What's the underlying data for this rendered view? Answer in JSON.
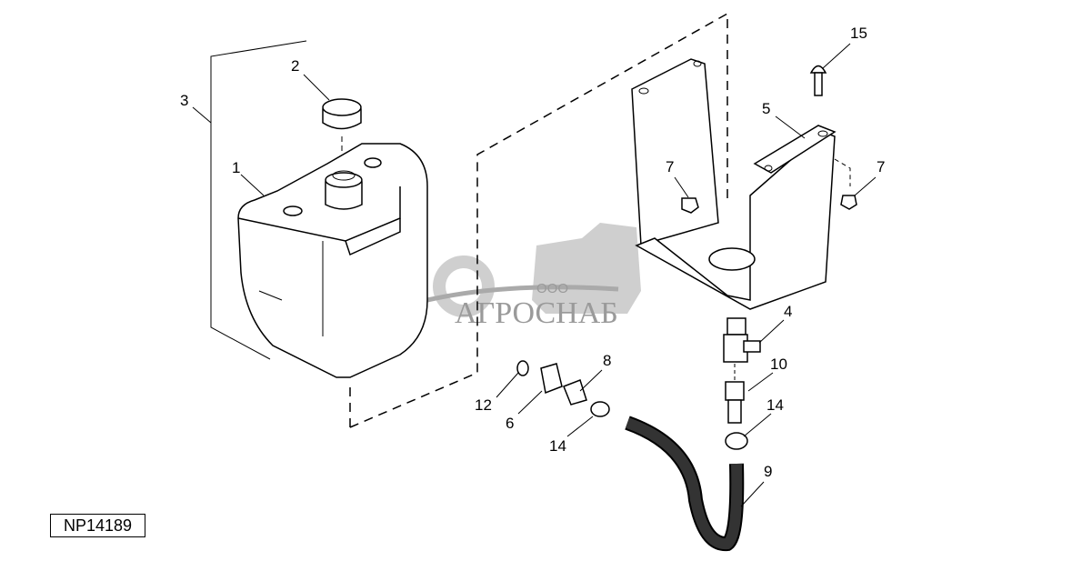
{
  "figure_id": "NP14189",
  "watermark": {
    "company_prefix": "ООО",
    "company_name": "АГРОСНАБ"
  },
  "callouts": [
    {
      "number": "1",
      "part": "tank"
    },
    {
      "number": "2",
      "part": "cap"
    },
    {
      "number": "3",
      "part": "tank-assembly"
    },
    {
      "number": "4",
      "part": "valve"
    },
    {
      "number": "5",
      "part": "bracket"
    },
    {
      "number": "6",
      "part": "nut"
    },
    {
      "number": "7",
      "part": "nut-left"
    },
    {
      "number": "7",
      "part": "nut-right"
    },
    {
      "number": "8",
      "part": "fitting"
    },
    {
      "number": "9",
      "part": "hose"
    },
    {
      "number": "10",
      "part": "adapter"
    },
    {
      "number": "12",
      "part": "washer"
    },
    {
      "number": "14",
      "part": "clamp-left"
    },
    {
      "number": "14",
      "part": "clamp-right"
    },
    {
      "number": "15",
      "part": "bolt"
    }
  ]
}
